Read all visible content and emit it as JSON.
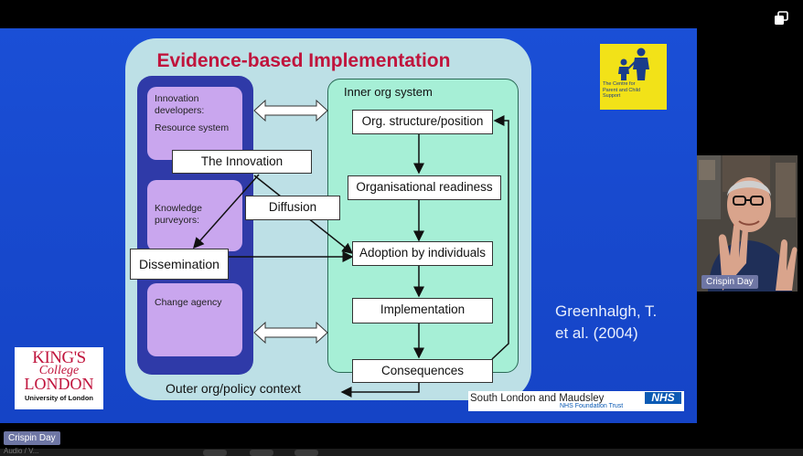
{
  "meeting": {
    "speaker_tag": "Crispin Day",
    "bottom_tag": "Crispin Day",
    "bottom_strip_text": "Audio / V..."
  },
  "slide": {
    "title": "Evidence-based Implementation",
    "outer_boxes": {
      "innovation_developers": "Innovation developers:",
      "resource_system": "Resource system",
      "knowledge_purveyors": "Knowledge purveyors:",
      "change_agency": "Change agency"
    },
    "the_innovation": "The Innovation",
    "diffusion": "Diffusion",
    "dissemination": "Dissemination",
    "inner_org": "Inner org system",
    "flow": [
      "Org. structure/position",
      "Organisational readiness",
      "Adoption by individuals",
      "Implementation",
      "Consequences"
    ],
    "outer_context": "Outer org/policy context",
    "citation_line1": "Greenhalgh, T.",
    "citation_line2": "et al. (2004)",
    "logos": {
      "kings_line1": "KING'S",
      "kings_line2": "College",
      "kings_line3": "LONDON",
      "kings_line4": "University of London",
      "centre_text": "The Centre for Parent and Child Support",
      "slam_text": "South London and Maudsley",
      "nhs_badge": "NHS",
      "nhs_trust": "NHS Foundation Trust"
    }
  },
  "colors": {
    "slide_blue": "#1a4fd6",
    "title_red": "#c0143c",
    "outer_navy": "#2f3aa8",
    "lavender": "#c9a6ee",
    "mint": "#a6efd6",
    "nhs_blue": "#0b5ab4",
    "logo_yellow": "#f2e218"
  }
}
